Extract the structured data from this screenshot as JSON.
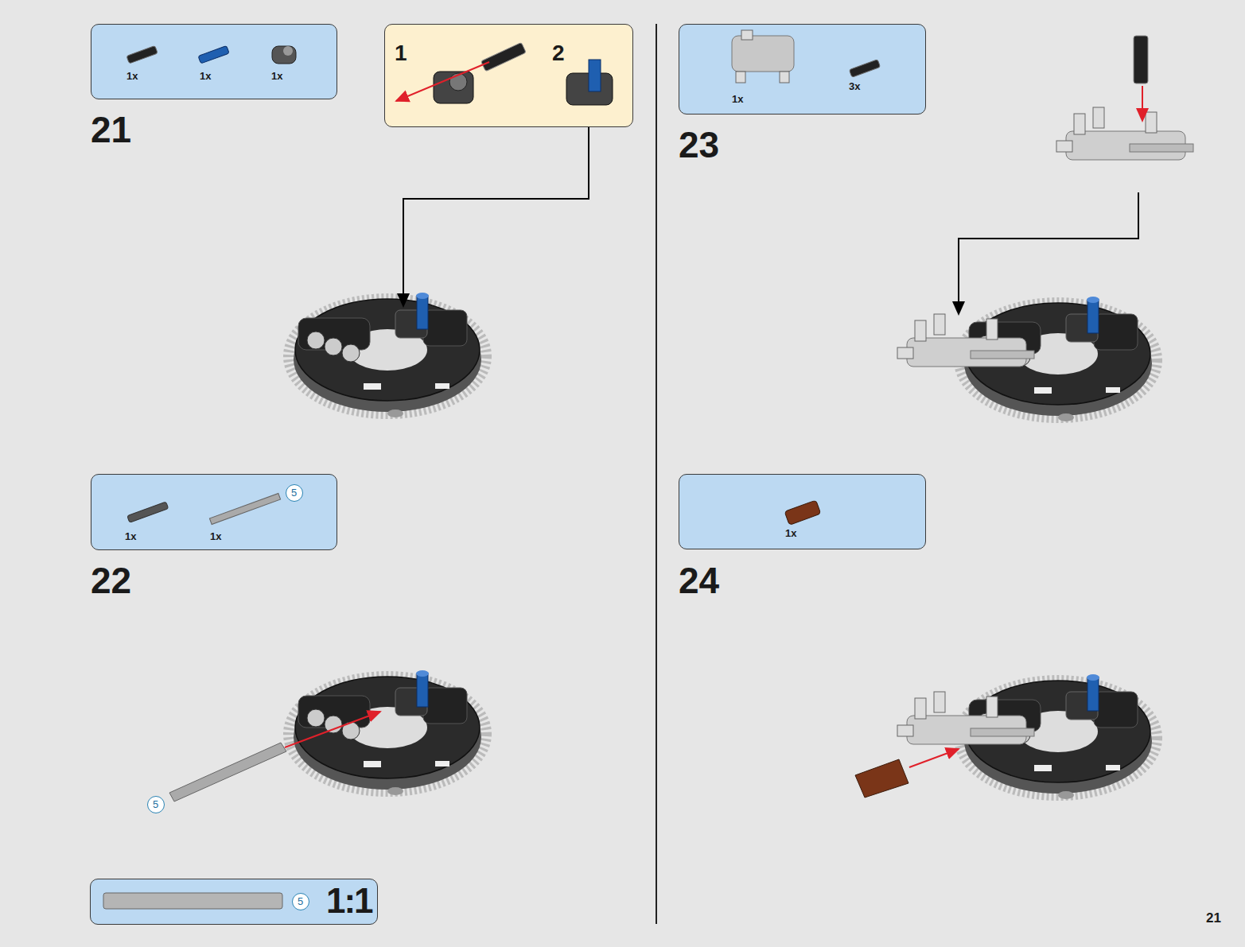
{
  "diagram": {
    "nodes": [
      {
        "text": [
          "1x",
          "1x",
          "1x"
        ]
      },
      {
        "text": [
          "1",
          "2"
        ]
      },
      {
        "text": [
          "1x",
          "1x"
        ]
      },
      {
        "text": [
          "5"
        ],
        "in": 2
      },
      {
        "text": [
          "5"
        ]
      },
      {
        "text": [
          "1:1"
        ]
      },
      {
        "text": [
          "5"
        ],
        "in": 5
      },
      {
        "text": [
          "1x",
          "3x"
        ]
      },
      {
        "text": [
          "1x"
        ]
      }
    ],
    "edges": [],
    "labels": [
      "21",
      "22",
      "23",
      "24",
      "21"
    ]
  }
}
